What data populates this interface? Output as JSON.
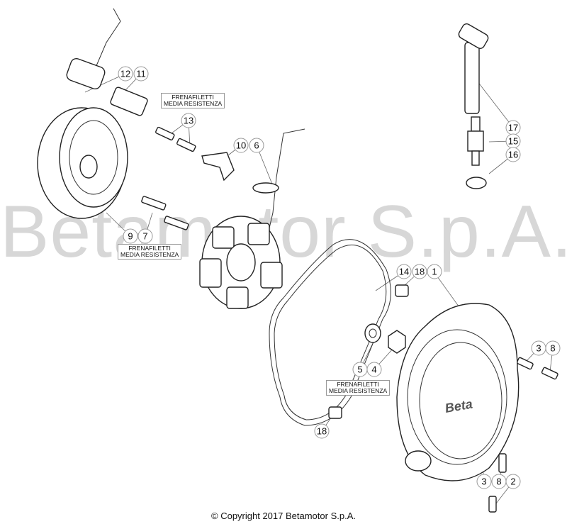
{
  "watermark": "Betamotor S.p.A.",
  "copyright": "© Copyright 2017 Betamotor S.p.A.",
  "notes": [
    "FRENAFILETTI\nMEDIA RESISTENZA",
    "FRENAFILETTI\nMEDIA RESISTENZA",
    "FRENAFILETTI\nMEDIA RESISTENZA"
  ],
  "note_line1": "FRENAFILETTI",
  "note_line2": "MEDIA RESISTENZA",
  "callouts": [
    "12",
    "11",
    "13",
    "10",
    "6",
    "9",
    "7",
    "17",
    "15",
    "16",
    "14",
    "18",
    "1",
    "5",
    "4",
    "3",
    "8",
    "18",
    "3",
    "8",
    "2"
  ]
}
